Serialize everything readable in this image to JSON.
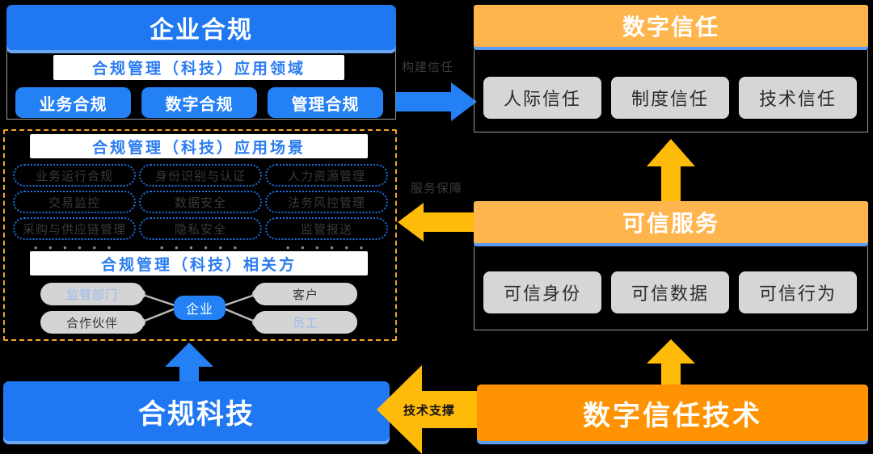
{
  "colors": {
    "blue": "#1f78f2",
    "blue_chip": "#2380f5",
    "orange_light": "#ffb54d",
    "orange_strong": "#ff9200",
    "amber_arrow": "#ffc211",
    "dashed_amber": "#f5a623",
    "grey_pill": "#d4d4d4",
    "background": "#000000"
  },
  "left": {
    "header": "企业合规",
    "domain_caption": "合规管理（科技）应用领域",
    "domains": [
      "业务合规",
      "数字合规",
      "管理合规"
    ],
    "scenario_caption": "合规管理（科技）应用场景",
    "scenario_columns": [
      {
        "items": [
          "业务运行合规",
          "交易监控",
          "采购与供应链管理"
        ],
        "ellipsis": "• • • • • •"
      },
      {
        "items": [
          "身份识别与认证",
          "数据安全",
          "隐私安全"
        ],
        "ellipsis": "• • • • • •"
      },
      {
        "items": [
          "人力资源管理",
          "法务风控管理",
          "监管报送"
        ],
        "ellipsis": "• • • • • •"
      }
    ],
    "stakeholder_caption": "合规管理（科技）相关方",
    "stakeholders": {
      "center": "企业",
      "top_left": "监管部门",
      "bottom_left": "合作伙伴",
      "top_right": "客户",
      "bottom_right": "员工"
    },
    "footer": "合规科技"
  },
  "right": {
    "trust_header": "数字信任",
    "trust_items": [
      "人际信任",
      "制度信任",
      "技术信任"
    ],
    "service_header": "可信服务",
    "service_items": [
      "可信身份",
      "可信数据",
      "可信行为"
    ],
    "footer": "数字信任技术"
  },
  "arrows": {
    "build_trust": "构建信任",
    "service_guarantee": "服务保障",
    "tech_support": "技术支撑"
  }
}
